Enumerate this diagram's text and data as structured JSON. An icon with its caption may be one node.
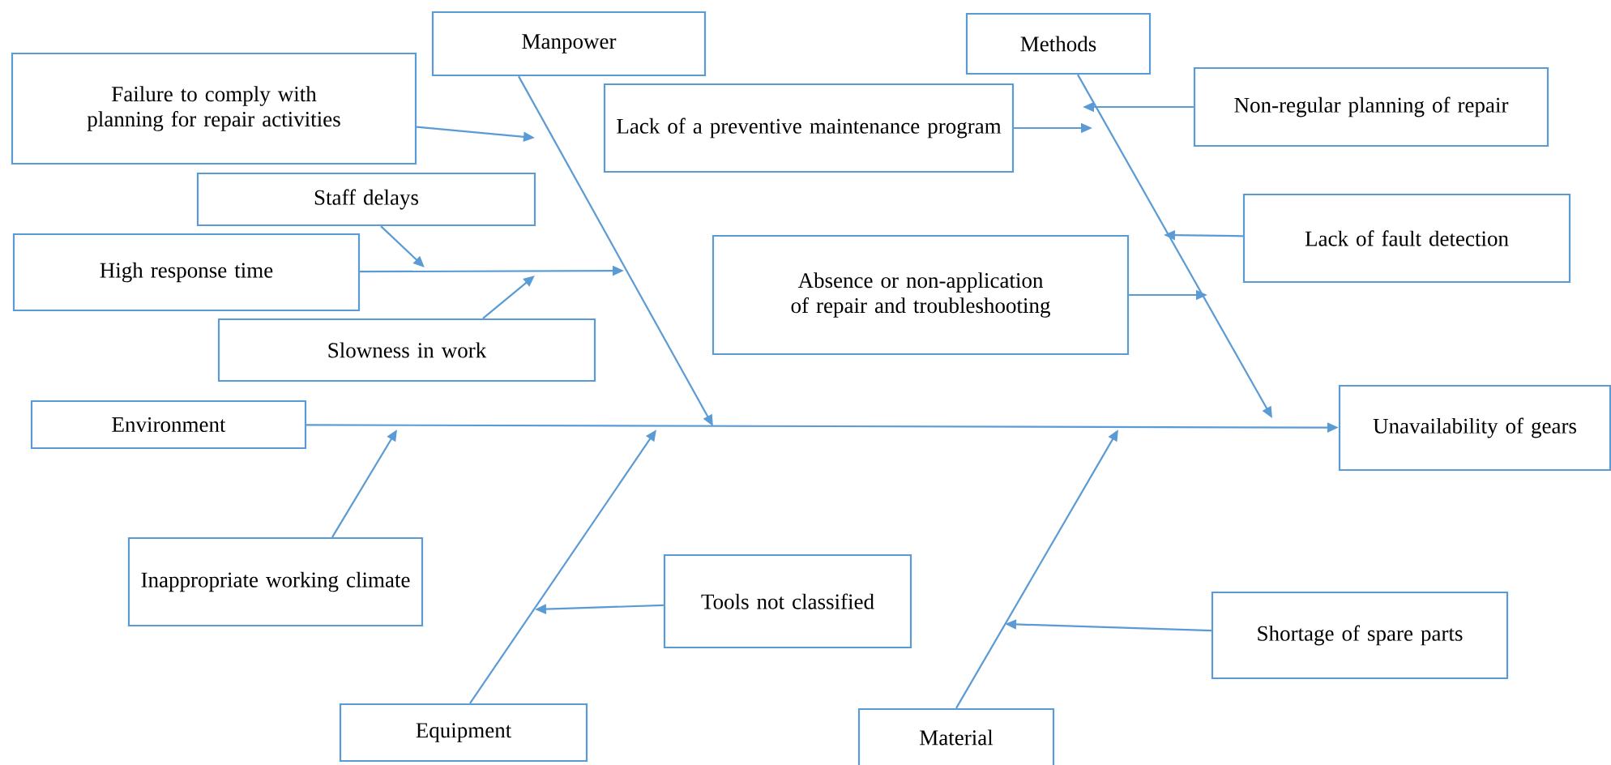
{
  "diagram": {
    "nodes": [
      {
        "text": [
          "Manpower"
        ]
      },
      {
        "text": [
          "Methods"
        ]
      },
      {
        "text": [
          "Failure to comply with planning for repair activities"
        ]
      },
      {
        "text": [
          "Lack of a preventive maintenance program"
        ]
      },
      {
        "text": [
          "Non-regular planning of repair"
        ]
      },
      {
        "text": [
          "Staff delays"
        ]
      },
      {
        "text": [
          "Lack of fault detection"
        ]
      },
      {
        "text": [
          "High response time"
        ]
      },
      {
        "text": [
          "Absence or non-application of repair and troubleshooting"
        ]
      },
      {
        "text": [
          "Slowness in work"
        ]
      },
      {
        "text": [
          "Unavailability of gears"
        ]
      },
      {
        "text": [
          "Environment"
        ]
      },
      {
        "text": [
          "Inappropriate working climate"
        ]
      },
      {
        "text": [
          "Tools not classified"
        ]
      },
      {
        "text": [
          "Shortage of spare parts"
        ]
      },
      {
        "text": [
          "Equipment"
        ]
      },
      {
        "text": [
          "Material"
        ]
      }
    ],
    "edges": [
      {
        "from": 11,
        "to": 10,
        "arrow": "to"
      },
      {
        "from": 0,
        "to": null,
        "arrow": "to"
      },
      {
        "from": 1,
        "to": null,
        "arrow": "to"
      },
      {
        "from": 15,
        "to": null,
        "arrow": "to"
      },
      {
        "from": 16,
        "to": null,
        "arrow": "to"
      },
      {
        "from": 12,
        "to": null,
        "arrow": "to"
      },
      {
        "from": 2,
        "to": null,
        "arrow": "to"
      },
      {
        "from": 5,
        "to": null,
        "arrow": "to"
      },
      {
        "from": 7,
        "to": null,
        "arrow": "to"
      },
      {
        "from": 9,
        "to": null,
        "arrow": "to"
      },
      {
        "from": 3,
        "to": null,
        "arrow": "to"
      },
      {
        "from": 4,
        "to": null,
        "arrow": "to"
      },
      {
        "from": 6,
        "to": null,
        "arrow": "to"
      },
      {
        "from": 8,
        "to": null,
        "arrow": "to"
      },
      {
        "from": 13,
        "to": null,
        "arrow": "to"
      },
      {
        "from": 14,
        "to": null,
        "arrow": "to"
      }
    ]
  }
}
